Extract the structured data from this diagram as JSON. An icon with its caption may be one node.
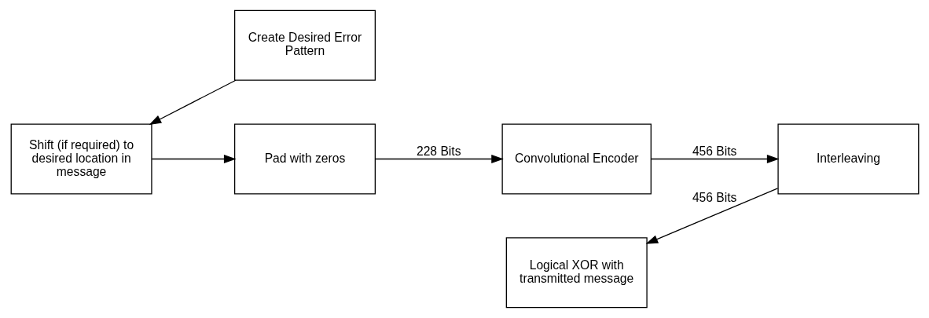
{
  "diagram": {
    "nodes": [
      {
        "text": [
          "Create Desired Error Pattern"
        ]
      },
      {
        "text": [
          "Shift (if required) to desired location in message"
        ]
      },
      {
        "text": [
          "Pad with zeros"
        ]
      },
      {
        "text": [
          "Convolutional Encoder"
        ]
      },
      {
        "text": [
          "Interleaving"
        ]
      },
      {
        "text": [
          "Logical XOR with transmitted message"
        ]
      }
    ],
    "edges": [
      {
        "from": 0,
        "to": 1,
        "arrow": "to"
      },
      {
        "from": 1,
        "to": 2,
        "arrow": "to"
      },
      {
        "from": 2,
        "to": 3,
        "arrow": "to",
        "label": "228 Bits"
      },
      {
        "from": 3,
        "to": 4,
        "arrow": "to",
        "label": "456 Bits"
      },
      {
        "from": 4,
        "to": 5,
        "arrow": "to",
        "label": "456 Bits"
      }
    ]
  }
}
